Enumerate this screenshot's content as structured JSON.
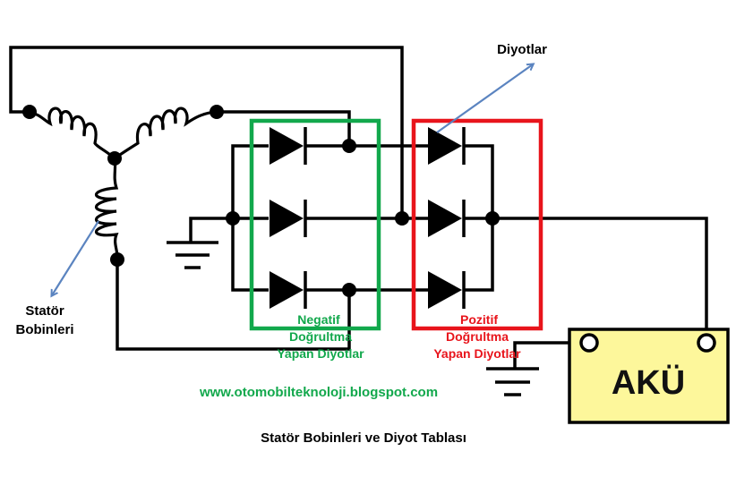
{
  "labels": {
    "diodes": "Diyotlar",
    "stator_line1": "Statör",
    "stator_line2": "Bobinleri",
    "negative_line1": "Negatif",
    "negative_line2": "Doğrultma",
    "negative_line3": "Yapan Diyotlar",
    "positive_line1": "Pozitif",
    "positive_line2": "Doğrultma",
    "positive_line3": "Yapan Diyotlar",
    "battery": "AKÜ",
    "website": "www.otomobilteknoloji.blogspot.com",
    "caption": "Statör Bobinleri ve Diyot Tablası"
  },
  "colors": {
    "wire": "#000000",
    "negative_group": "#12a84c",
    "positive_group": "#e8141b",
    "arrow": "#5b84c0",
    "battery_fill": "#fdf79b",
    "website_text": "#12a84c"
  },
  "components": {
    "stator_coils": 3,
    "negative_diodes": 3,
    "positive_diodes": 3,
    "ground_symbols": 2
  }
}
